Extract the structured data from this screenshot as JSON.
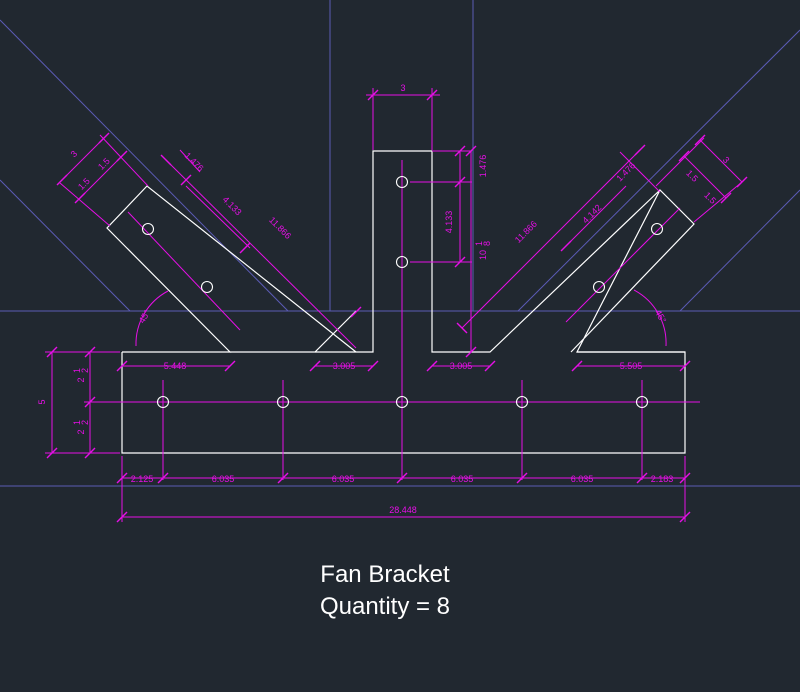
{
  "title": "Fan Bracket",
  "quantity": "Quantity = 8",
  "colors": {
    "background": "#212830",
    "geometry": "#ffffff",
    "dimension": "#e60fe6",
    "guide": "#5b5bb5"
  },
  "dimensions": {
    "top_slot_width": "3",
    "right_slot_top": "1.476",
    "right_slot_spacing": "4.133",
    "right_slot_height_whole": "10",
    "right_slot_height_num": "1",
    "right_slot_height_den": "8",
    "left_arm_width": "3",
    "left_arm_half_a": "1.5",
    "left_arm_half_b": "1.5",
    "left_arm_top": "1.476",
    "left_arm_spacing": "4.133",
    "left_arm_length": "11.866",
    "right_arm_width": "3",
    "right_arm_half_a": "1.5",
    "right_arm_half_b": "1.5",
    "right_arm_top": "1.476",
    "right_arm_spacing": "4.142",
    "right_arm_length": "11.866",
    "left_angle": "45°",
    "right_angle": "45°",
    "left_ledge": "5.448",
    "left_gap": "3.005",
    "right_gap": "3.005",
    "right_ledge": "5.505",
    "base_height": "5",
    "base_half_upper_whole": "2",
    "base_half_upper_num": "1",
    "base_half_upper_den": "2",
    "base_half_lower_whole": "2",
    "base_half_lower_num": "1",
    "base_half_lower_den": "2",
    "hole_seg_1": "2.125",
    "hole_seg_2": "6.035",
    "hole_seg_3": "6.035",
    "hole_seg_4": "6.035",
    "hole_seg_5": "6.035",
    "hole_seg_6": "2.183",
    "overall_length": "28.448"
  }
}
